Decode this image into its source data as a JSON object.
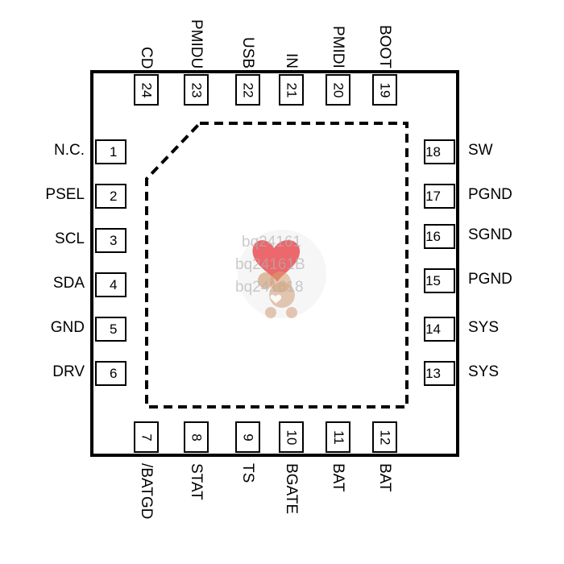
{
  "left_pins": [
    {
      "num": "1",
      "name": "N.C."
    },
    {
      "num": "2",
      "name": "PSEL"
    },
    {
      "num": "3",
      "name": "SCL"
    },
    {
      "num": "4",
      "name": "SDA"
    },
    {
      "num": "5",
      "name": "GND"
    },
    {
      "num": "6",
      "name": "DRV"
    }
  ],
  "right_pins": [
    {
      "num": "18",
      "name": "SW"
    },
    {
      "num": "17",
      "name": "PGND"
    },
    {
      "num": "16",
      "name": "SGND"
    },
    {
      "num": "15",
      "name": "PGND"
    },
    {
      "num": "14",
      "name": "SYS"
    },
    {
      "num": "13",
      "name": "SYS"
    }
  ],
  "top_pins": [
    {
      "num": "24",
      "name": "CD"
    },
    {
      "num": "23",
      "name": "PMIDU"
    },
    {
      "num": "22",
      "name": "USB"
    },
    {
      "num": "21",
      "name": "IN"
    },
    {
      "num": "20",
      "name": "PMIDI"
    },
    {
      "num": "19",
      "name": "BOOT"
    }
  ],
  "bottom_pins": [
    {
      "num": "7",
      "name": "/BATGD"
    },
    {
      "num": "8",
      "name": "STAT"
    },
    {
      "num": "9",
      "name": "TS"
    },
    {
      "num": "10",
      "name": "BGATE"
    },
    {
      "num": "11",
      "name": "BAT"
    },
    {
      "num": "12",
      "name": "BAT"
    }
  ],
  "watermark": {
    "line1": "bq24161",
    "line2": "bq24161B",
    "line3": "bq241618"
  },
  "colors": {
    "ink": "#000000",
    "watermark_heart": "#e8383d",
    "watermark_bear": "#c98a5a"
  }
}
